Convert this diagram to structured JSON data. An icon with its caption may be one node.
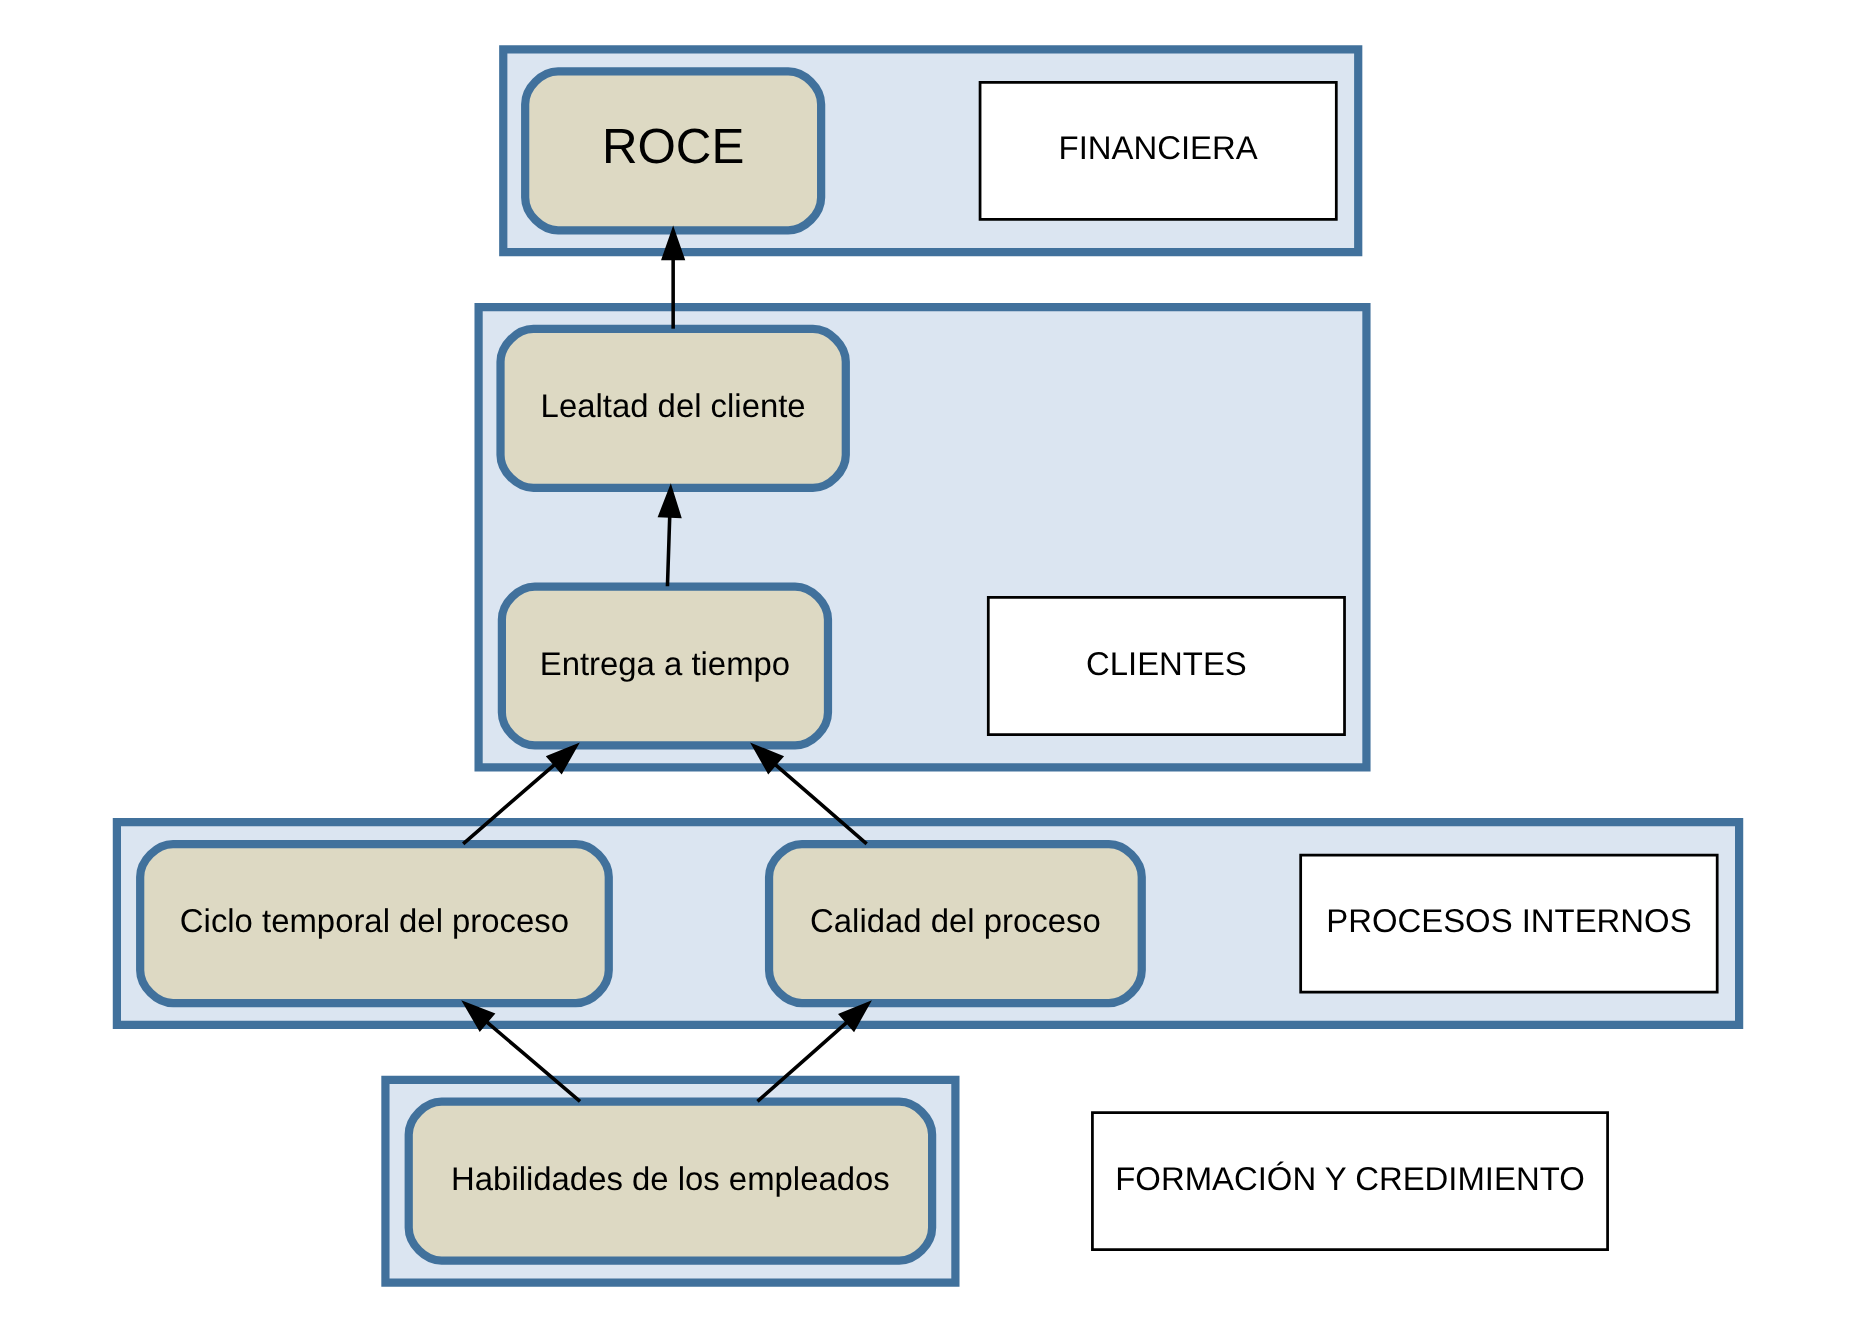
{
  "diagram": {
    "nodes": [
      {
        "text": [],
        "shape": "box"
      },
      {
        "text": [
          "FINANCIERA"
        ],
        "in": 0
      },
      {
        "text": [
          "ROCE"
        ],
        "in": 0
      },
      {
        "text": [],
        "shape": "box"
      },
      {
        "text": [
          "CLIENTES"
        ],
        "in": 3
      },
      {
        "text": [
          "Lealtad del cliente"
        ],
        "in": 3
      },
      {
        "text": [
          "Entrega a tiempo"
        ],
        "in": 3
      },
      {
        "text": [],
        "shape": "box"
      },
      {
        "text": [
          "PROCESOS INTERNOS"
        ],
        "in": 7
      },
      {
        "text": [
          "Calidad del proceso"
        ],
        "in": 7
      },
      {
        "text": [
          "Ciclo temporal del proceso"
        ],
        "in": 7
      },
      {
        "text": [],
        "shape": "box"
      },
      {
        "text": [
          "FORMACIÓN Y CREDIMIENTO"
        ]
      },
      {
        "text": [
          "Habilidades de los empleados"
        ],
        "in": 11
      }
    ],
    "edges": [
      {
        "from": 5,
        "to": 2,
        "arrow": "to"
      },
      {
        "from": 6,
        "to": 5,
        "arrow": "to"
      },
      {
        "from": 9,
        "to": 6,
        "arrow": "to"
      },
      {
        "from": 10,
        "to": 6,
        "arrow": "to"
      },
      {
        "from": 13,
        "to": 9,
        "arrow": "to"
      },
      {
        "from": 13,
        "to": 10,
        "arrow": "to"
      }
    ]
  }
}
